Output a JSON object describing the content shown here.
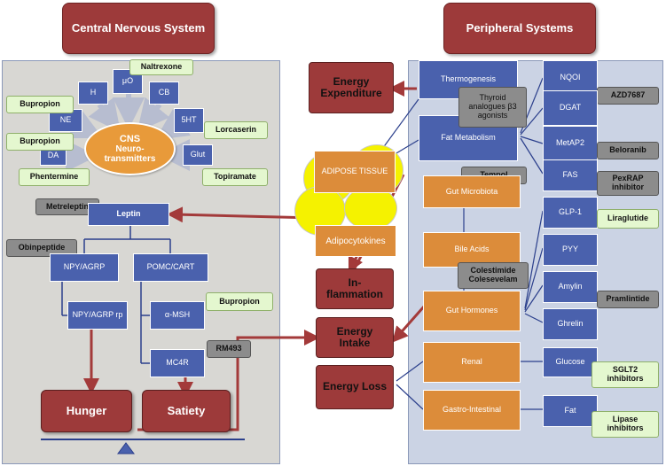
{
  "headers": {
    "cns": "Central Nervous System",
    "peripheral": "Peripheral Systems"
  },
  "cns": {
    "neuro_title": "CNS",
    "neuro_sub": "Neuro-transmitters",
    "nodes": {
      "h": "H",
      "muo": "μO",
      "cb": "CB",
      "ne": "NE",
      "ht5": "5HT",
      "da": "DA",
      "glut": "Glut"
    },
    "drugs": {
      "naltrexone": "Naltrexone",
      "bupropion1": "Bupropion",
      "bupropion2": "Bupropion",
      "lorcaserin": "Lorcaserin",
      "phentermine": "Phentermine",
      "topiramate": "Topiramate",
      "bupropion3": "Bupropion"
    },
    "metreleptin": "Metreleptin",
    "leptin": "Leptin",
    "obinpeptide": "Obinpeptide",
    "npy_agrp": "NPY/AGRP",
    "pomc_cart": "POMC/CART",
    "npy_agrp_rp": "NPY/AGRP rp",
    "amsh": "α-MSH",
    "mc4r": "MC4R",
    "rm493": "RM493",
    "hunger": "Hunger",
    "satiety": "Satiety"
  },
  "center": {
    "energy_expenditure": "Energy Expenditure",
    "adipose_tissue": "ADIPOSE TISSUE",
    "adipocytokines": "Adipocytokines",
    "inflammation": "In-flammation",
    "energy_intake": "Energy Intake",
    "energy_loss": "Energy Loss"
  },
  "peripheral": {
    "thermogenesis": "Thermogenesis",
    "fat_metabolism": "Fat Metabolism",
    "thyroid": "Thyroid analogues β3 agonists",
    "nqoi": "NQOI",
    "azd7687": "AZD7687",
    "dgat": "DGAT",
    "metap2": "MetAP2",
    "beloranib": "Beloranib",
    "fas": "FAS",
    "pexrap": "PexRAP inhibitor",
    "tempol": "Tempol",
    "gut_microbiota": "Gut Microbiota",
    "glp1": "GLP-1",
    "liraglutide": "Liraglutide",
    "bile_acids": "Bile Acids",
    "pyy": "PYY",
    "colestimide": "Colestimide Colesevelam",
    "amylin": "Amylin",
    "pramlintide": "Pramlintide",
    "gut_hormones": "Gut Hormones",
    "ghrelin": "Ghrelin",
    "renal": "Renal",
    "glucose": "Glucose",
    "sglt2": "SGLT2 inhibitors",
    "gastro": "Gastro-Intestinal",
    "fat": "Fat",
    "lipase": "Lipase inhibitors"
  },
  "colors": {
    "maroon": "#9d3a3a",
    "blue": "#4a61ad",
    "orange": "#dc8c3a",
    "green": "#e4f7cf",
    "gray": "#8c8c8c",
    "yellow": "#f5f200"
  }
}
